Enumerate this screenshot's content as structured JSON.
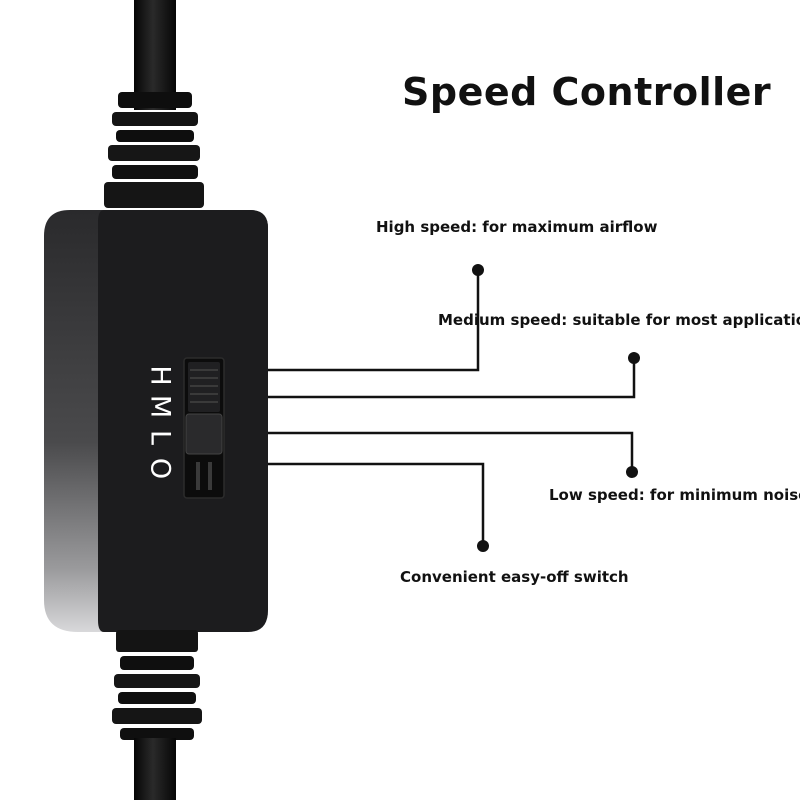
{
  "title": "Speed Controller",
  "callouts": [
    {
      "id": "high",
      "text": "High speed: for maximum airflow"
    },
    {
      "id": "medium",
      "text": "Medium speed: suitable for most applications"
    },
    {
      "id": "low",
      "text": "Low speed: for minimum noise"
    },
    {
      "id": "off",
      "text": "Convenient easy-off switch"
    }
  ],
  "switch_letters": [
    "H",
    "M",
    "L",
    "O"
  ],
  "colors": {
    "cable": "#111111",
    "body": "#1c1c1e",
    "line": "#111111"
  }
}
